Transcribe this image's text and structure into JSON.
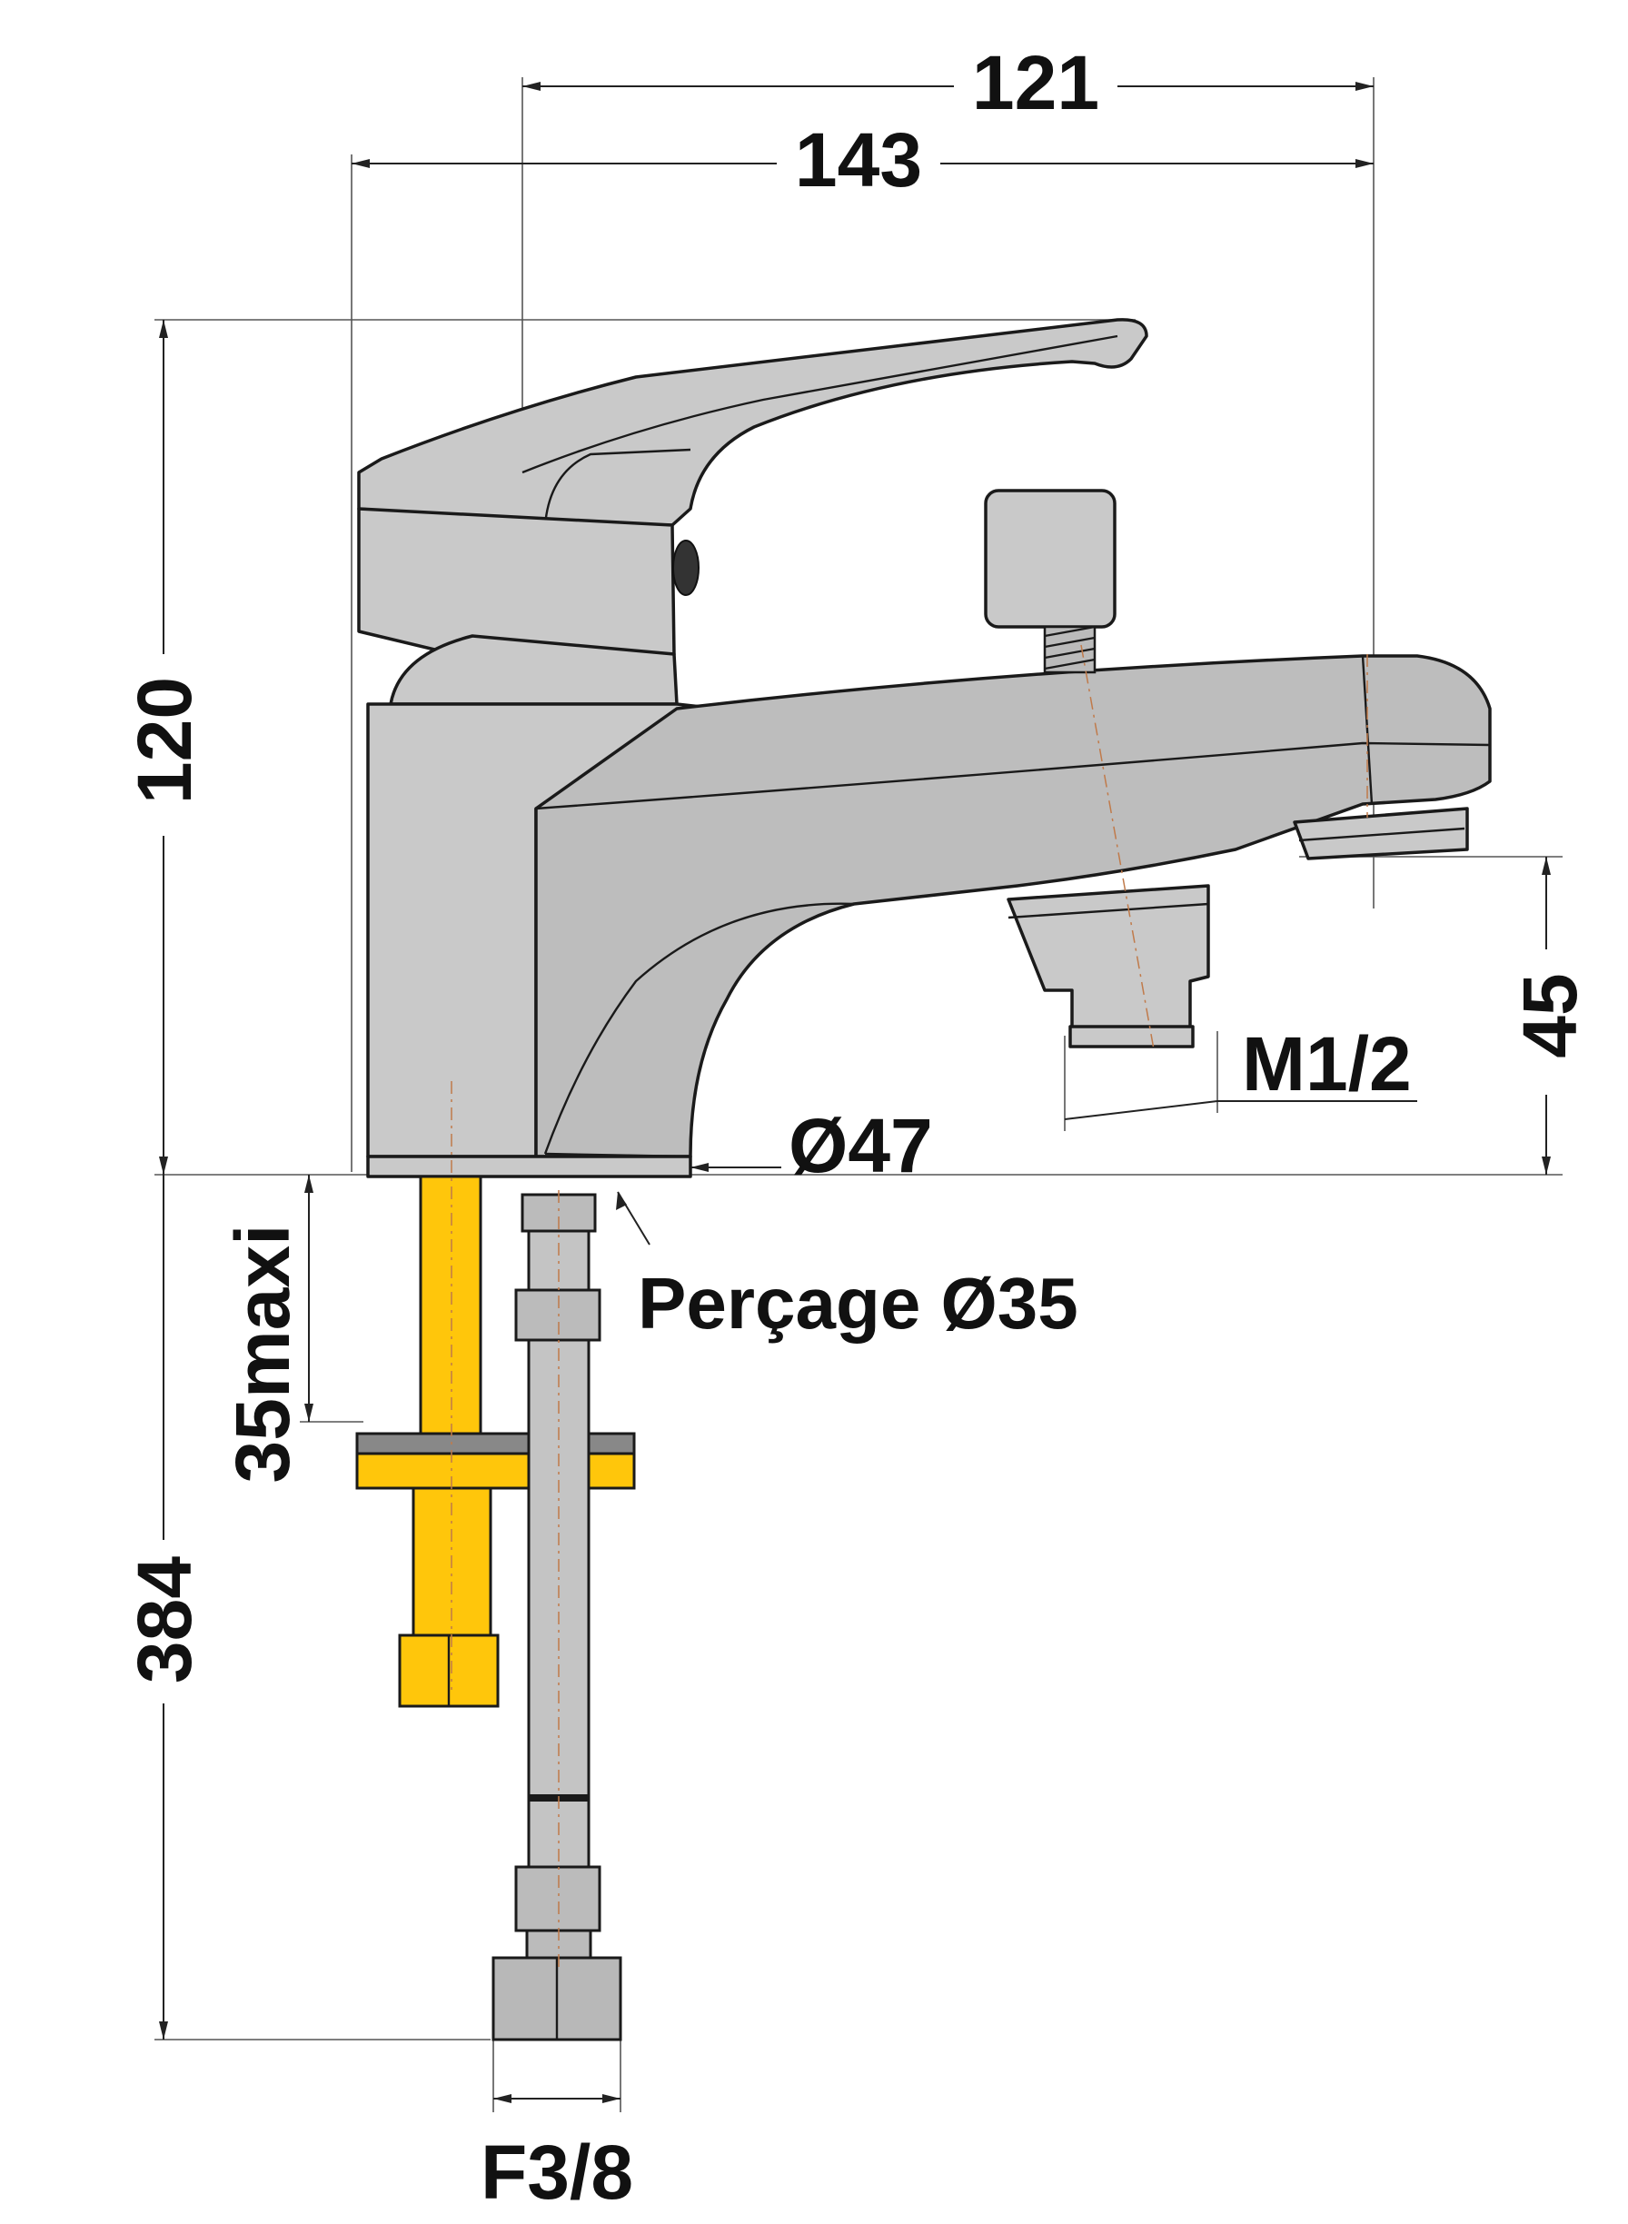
{
  "drawing": {
    "dimensions": {
      "width_top": "121",
      "width_overall": "143",
      "height": "120",
      "spout_height": "45",
      "outlet_thread": "M1/2",
      "base_diameter": "Ø47",
      "hole_drilling": "Perçage Ø35",
      "deck_thickness": "35maxi",
      "hose_length": "384",
      "hose_connection": "F3/8"
    },
    "colors": {
      "body": "#c9c9c9",
      "fixing": "#ffc60b",
      "lines": "#1a1a1a"
    }
  }
}
